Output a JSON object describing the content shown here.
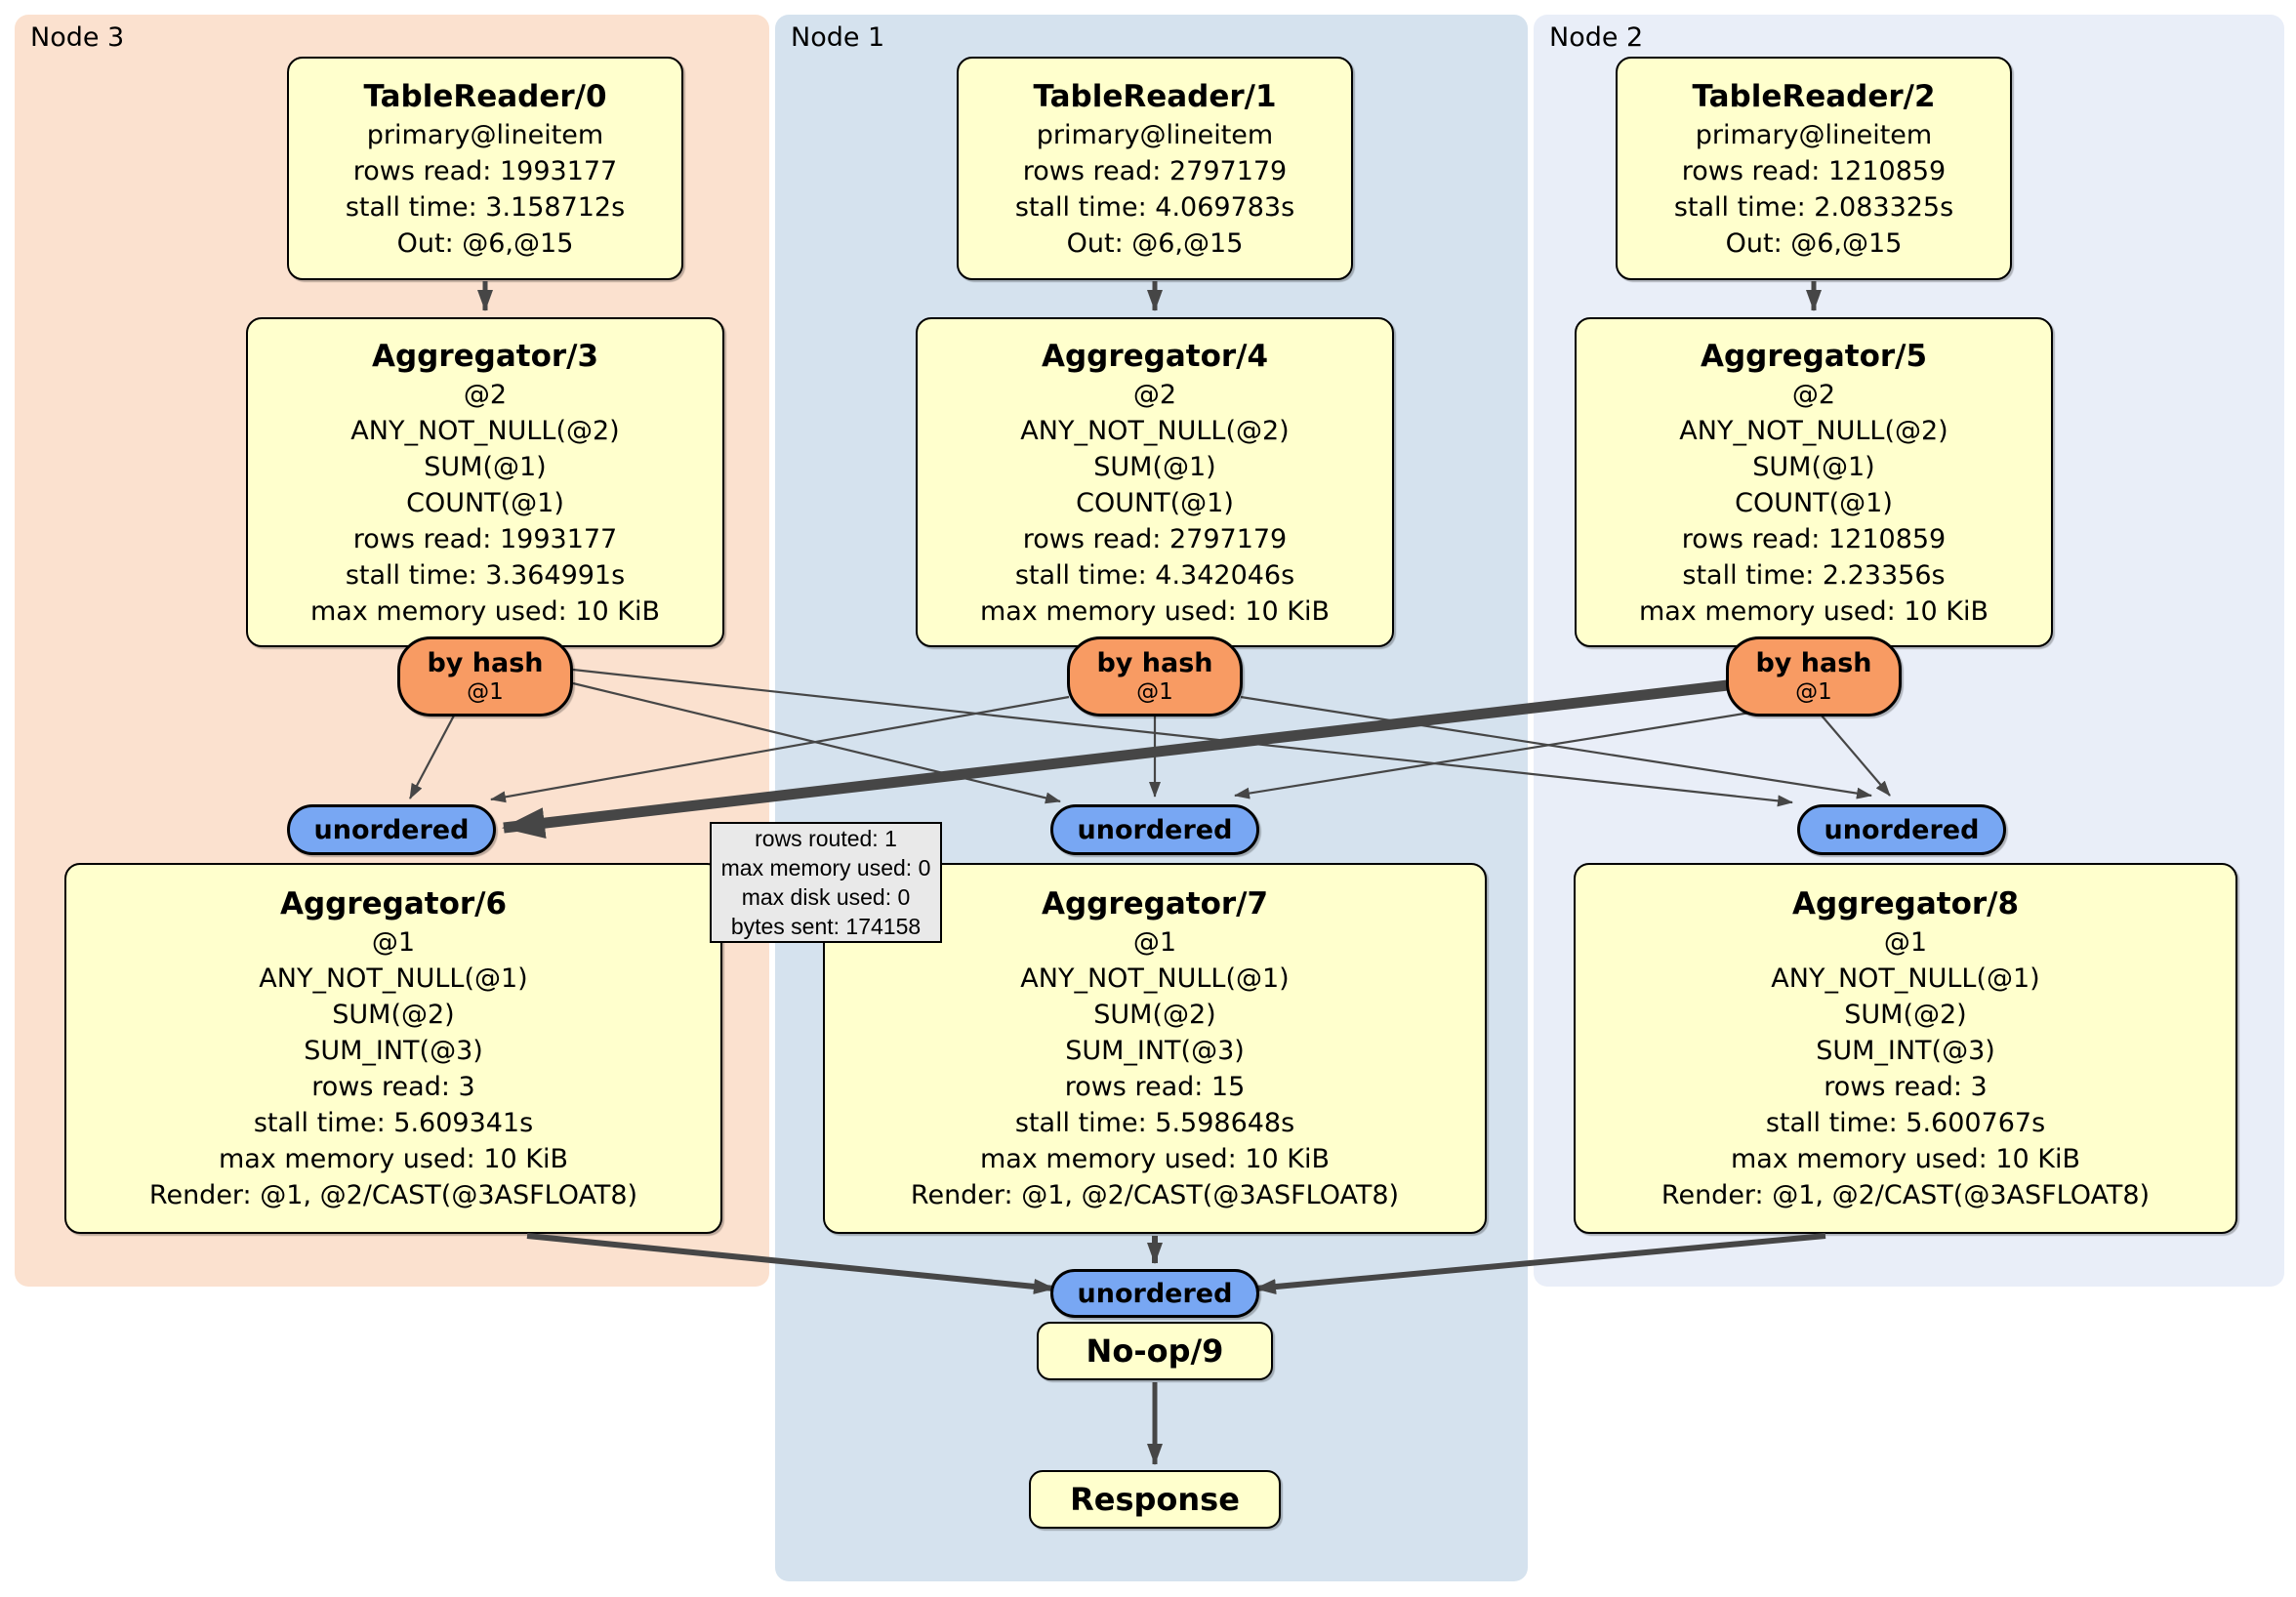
{
  "node_groups": [
    {
      "label": "Node 3",
      "table_reader": {
        "title": "TableReader/0",
        "lines": [
          "primary@lineitem",
          "rows read: 1993177",
          "stall time: 3.158712s",
          "Out: @6,@15"
        ]
      },
      "aggregator_top": {
        "title": "Aggregator/3",
        "lines": [
          "@2",
          "ANY_NOT_NULL(@2)",
          "SUM(@1)",
          "COUNT(@1)",
          "rows read: 1993177",
          "stall time: 3.364991s",
          "max memory used: 10 KiB"
        ]
      },
      "router": {
        "label": "by hash",
        "sub": "@1"
      },
      "sync_label": "unordered",
      "aggregator_bottom": {
        "title": "Aggregator/6",
        "lines": [
          "@1",
          "ANY_NOT_NULL(@1)",
          "SUM(@2)",
          "SUM_INT(@3)",
          "rows read: 3",
          "stall time: 5.609341s",
          "max memory used: 10 KiB",
          "Render: @1, @2/CAST(@3ASFLOAT8)"
        ]
      }
    },
    {
      "label": "Node 1",
      "table_reader": {
        "title": "TableReader/1",
        "lines": [
          "primary@lineitem",
          "rows read: 2797179",
          "stall time: 4.069783s",
          "Out: @6,@15"
        ]
      },
      "aggregator_top": {
        "title": "Aggregator/4",
        "lines": [
          "@2",
          "ANY_NOT_NULL(@2)",
          "SUM(@1)",
          "COUNT(@1)",
          "rows read: 2797179",
          "stall time: 4.342046s",
          "max memory used: 10 KiB"
        ]
      },
      "router": {
        "label": "by hash",
        "sub": "@1"
      },
      "sync_label": "unordered",
      "aggregator_bottom": {
        "title": "Aggregator/7",
        "lines": [
          "@1",
          "ANY_NOT_NULL(@1)",
          "SUM(@2)",
          "SUM_INT(@3)",
          "rows read: 15",
          "stall time: 5.598648s",
          "max memory used: 10 KiB",
          "Render: @1, @2/CAST(@3ASFLOAT8)"
        ]
      }
    },
    {
      "label": "Node 2",
      "table_reader": {
        "title": "TableReader/2",
        "lines": [
          "primary@lineitem",
          "rows read: 1210859",
          "stall time: 2.083325s",
          "Out: @6,@15"
        ]
      },
      "aggregator_top": {
        "title": "Aggregator/5",
        "lines": [
          "@2",
          "ANY_NOT_NULL(@2)",
          "SUM(@1)",
          "COUNT(@1)",
          "rows read: 1210859",
          "stall time: 2.23356s",
          "max memory used: 10 KiB"
        ]
      },
      "router": {
        "label": "by hash",
        "sub": "@1"
      },
      "sync_label": "unordered",
      "aggregator_bottom": {
        "title": "Aggregator/8",
        "lines": [
          "@1",
          "ANY_NOT_NULL(@1)",
          "SUM(@2)",
          "SUM_INT(@3)",
          "rows read: 3",
          "stall time: 5.600767s",
          "max memory used: 10 KiB",
          "Render: @1, @2/CAST(@3ASFLOAT8)"
        ]
      }
    }
  ],
  "stream_stats_tooltip": {
    "lines": [
      "rows routed: 1",
      "max memory used: 0",
      "max disk used: 0",
      "bytes sent: 174158"
    ]
  },
  "output": {
    "sync_label": "unordered",
    "noop_title": "No-op/9",
    "response_title": "Response"
  },
  "colors": {
    "region_node3_fill": "#fbe1cf",
    "region_node1_fill": "#d5e2ee",
    "region_node2_fill": "#e9eef8",
    "box_fill": "#ffffcd",
    "box_border": "#000000",
    "router_fill": "#f89b63",
    "sync_fill": "#78a7f3",
    "edge_color": "#464646",
    "tooltip_fill": "#e9e9e9"
  }
}
